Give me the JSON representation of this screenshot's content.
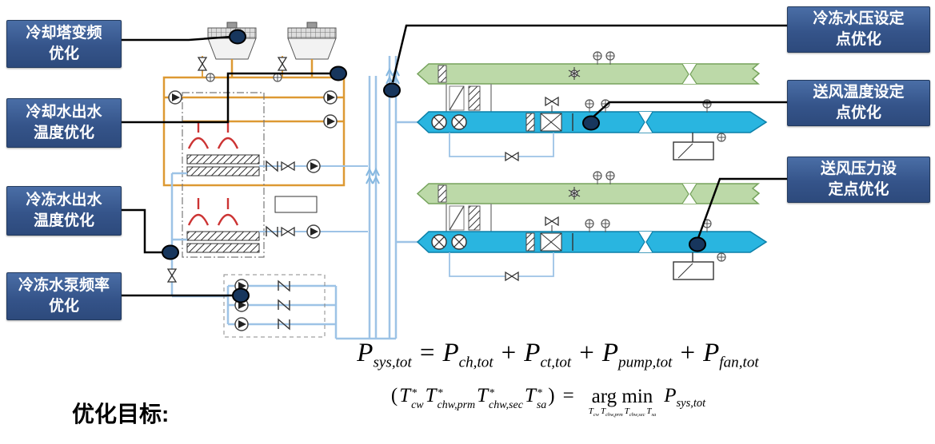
{
  "callouts": [
    {
      "id": "cooling-tower-vfd",
      "text": "冷却塔变频\n优化"
    },
    {
      "id": "cooling-water-outlet-temp",
      "text": "冷却水出水\n温度优化"
    },
    {
      "id": "chilled-water-outlet-temp",
      "text": "冷冻水出水\n温度优化"
    },
    {
      "id": "chilled-water-pump-freq",
      "text": "冷冻水泵频率\n优化"
    },
    {
      "id": "chilled-water-pressure-setpoint",
      "text": "冷冻水压设定\n点优化"
    },
    {
      "id": "supply-air-temp-setpoint",
      "text": "送风温度设定\n点优化"
    },
    {
      "id": "supply-air-pressure-setpoint",
      "text": "送风压力设\n定点优化"
    }
  ],
  "footer": {
    "objective_label": "优化目标:"
  },
  "formulas": {
    "power_balance": {
      "lhs": {
        "base": "P",
        "sub": "sys,tot"
      },
      "eq": "=",
      "plus": "+",
      "terms": [
        {
          "base": "P",
          "sub": "ch,tot"
        },
        {
          "base": "P",
          "sub": "ct,tot"
        },
        {
          "base": "P",
          "sub": "pump,tot"
        },
        {
          "base": "P",
          "sub": "fan,tot"
        }
      ]
    },
    "argmin": {
      "open": "(",
      "close": ")",
      "eq": "=",
      "lhs_terms": [
        {
          "base": "T",
          "sup": "*",
          "sub": "cw"
        },
        {
          "base": "T",
          "sup": "*",
          "sub": "chw,prm"
        },
        {
          "base": "T",
          "sup": "*",
          "sub": "chw,sec"
        },
        {
          "base": "T",
          "sup": "*",
          "sub": "sa"
        }
      ],
      "op": "arg min",
      "op_subs": [
        {
          "base": "T",
          "sub": "cw"
        },
        {
          "base": "T",
          "sub": "chw,prm"
        },
        {
          "base": "T",
          "sub": "chw,sec"
        },
        {
          "base": "T",
          "sub": "sa"
        }
      ],
      "rhs": {
        "base": "P",
        "sub": "sys,tot"
      }
    }
  },
  "colors": {
    "callout_blue_top": "#4A6EA6",
    "callout_blue_bottom": "#2D4A7C",
    "marker_navy": "#17365D",
    "condenser_pipe_orange": "#DD9933",
    "chilled_pipe_blue": "#9DC3E6",
    "supply_duct_cyan": "#29B5E0",
    "return_duct_green": "#BCD9A8",
    "chiller_red": "#CC3333"
  }
}
